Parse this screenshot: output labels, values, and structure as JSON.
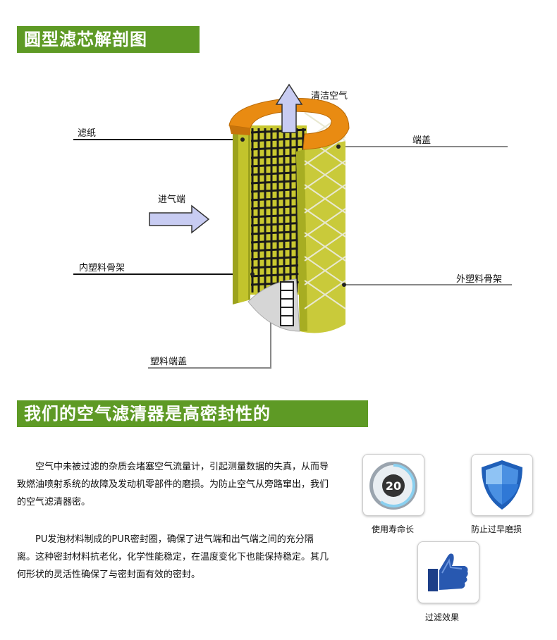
{
  "section1": {
    "title": "圆型滤芯解剖图"
  },
  "diagram": {
    "labels": {
      "clean_air": "清洁空气",
      "filter_paper": "滤纸",
      "end_cap": "端盖",
      "inlet": "进气端",
      "inner_frame": "内塑料骨架",
      "outer_frame": "外塑料骨架",
      "plastic_end_cap": "塑料端盖"
    },
    "colors": {
      "paper": "#b4b62a",
      "cap": "#e88a10",
      "grid": "#1a1a1a",
      "arrow": "#c8ccf2"
    }
  },
  "section2": {
    "title": "我们的空气滤清器是高密封性的",
    "paragraphs": [
      "空气中未被过滤的杂质会堵塞空气流量计，引起测量数据的失真，从而导致燃油喷射系统的故障及发动机零部件的磨损。为防止空气从旁路窜出，我们的空气滤清器密。",
      "PU发泡材料制成的PUR密封圈，确保了进气端和出气端之间的充分隔离。这种密封材料抗老化，化学性能稳定，在温度变化下也能保持稳定。其几何形状的灵活性确保了与密封面有效的密封。"
    ]
  },
  "features": [
    {
      "icon": "gauge-icon",
      "value": "20",
      "caption": "使用寿命长"
    },
    {
      "icon": "shield-icon",
      "caption": "防止过早磨损"
    },
    {
      "icon": "thumbs-up-icon",
      "caption": "过滤效果"
    }
  ]
}
